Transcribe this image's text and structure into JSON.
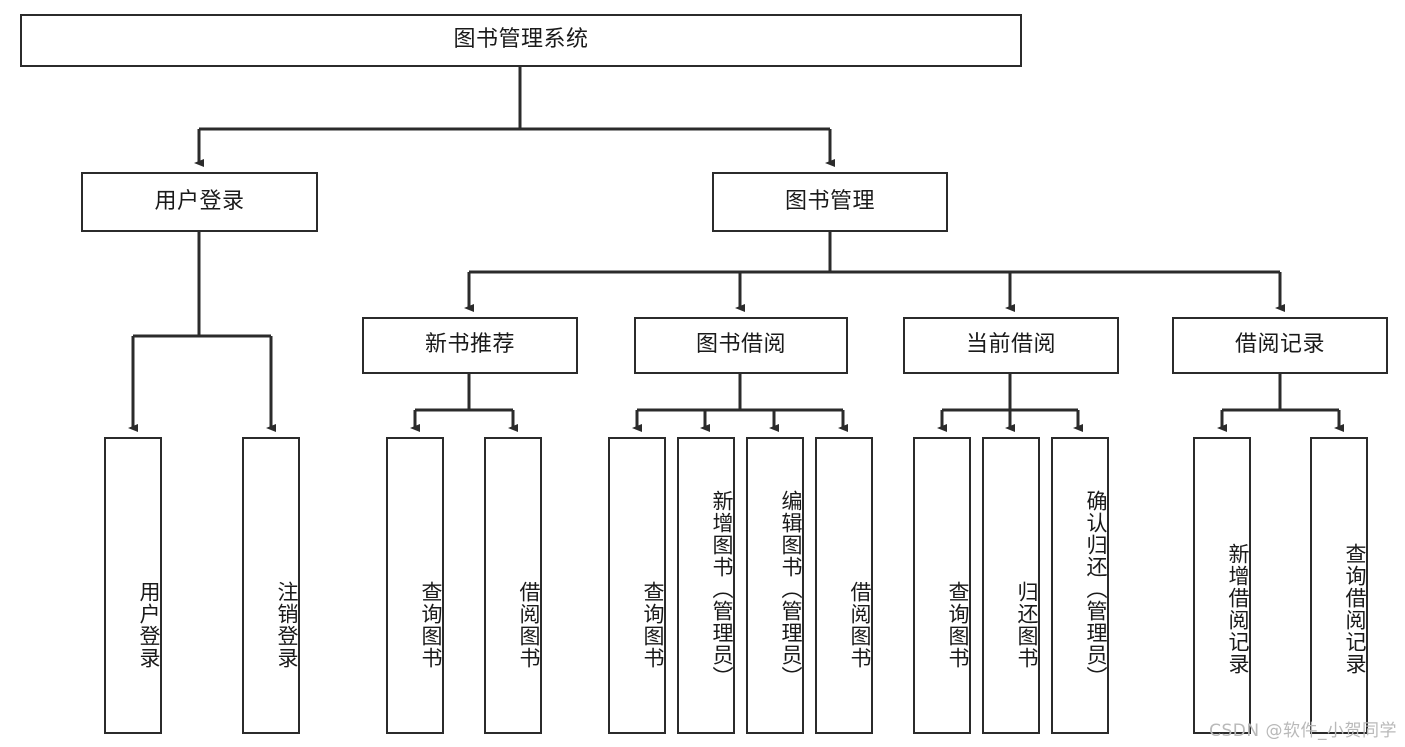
{
  "diagram": {
    "title": "图书管理系统",
    "type": "hierarchy-tree",
    "watermark": "CSDN @软件_小贺同学",
    "stroke_color": "#2b2b2b",
    "background_color": "#ffffff",
    "text_color": "#1a1a1a"
  },
  "nodes": {
    "root": {
      "label": "图书管理系统"
    },
    "level2": [
      {
        "label": "用户登录"
      },
      {
        "label": "图书管理"
      }
    ],
    "level3": [
      {
        "label": "新书推荐"
      },
      {
        "label": "图书借阅"
      },
      {
        "label": "当前借阅"
      },
      {
        "label": "借阅记录"
      }
    ],
    "leaves": [
      {
        "label": "用户登录"
      },
      {
        "label": "注销登录"
      },
      {
        "label": "查询图书"
      },
      {
        "label": "借阅图书"
      },
      {
        "label": "查询图书"
      },
      {
        "label": "新增图书（管理员）"
      },
      {
        "label": "编辑图书（管理员）"
      },
      {
        "label": "借阅图书"
      },
      {
        "label": "查询图书"
      },
      {
        "label": "归还图书"
      },
      {
        "label": "确认归还（管理员）"
      },
      {
        "label": "新增借阅记录"
      },
      {
        "label": "查询借阅记录"
      }
    ]
  }
}
